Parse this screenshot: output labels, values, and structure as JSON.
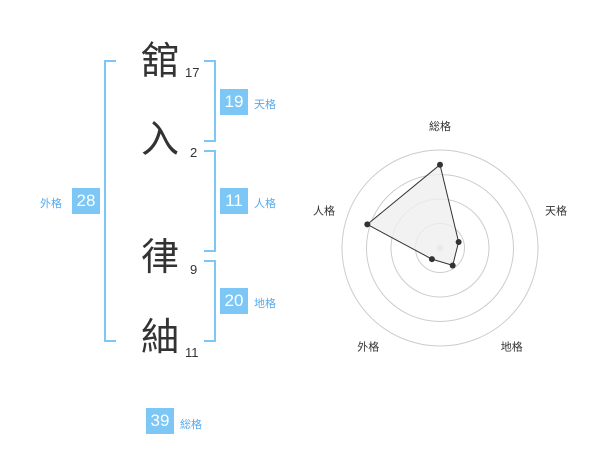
{
  "name": {
    "chars": [
      {
        "char": "舘",
        "strokes": "17"
      },
      {
        "char": "入",
        "strokes": "2"
      },
      {
        "char": "律",
        "strokes": "9"
      },
      {
        "char": "紬",
        "strokes": "11"
      }
    ]
  },
  "fortune": {
    "tenkaku": {
      "value": "19",
      "label": "天格"
    },
    "jinkaku": {
      "value": "11",
      "label": "人格"
    },
    "chikaku": {
      "value": "20",
      "label": "地格"
    },
    "gaikaku": {
      "value": "28",
      "label": "外格"
    },
    "soukaku": {
      "value": "39",
      "label": "総格"
    }
  },
  "radar": {
    "axes": [
      "総格",
      "天格",
      "地格",
      "外格",
      "人格"
    ],
    "values": [
      0.85,
      0.2,
      0.22,
      0.14,
      0.78
    ],
    "line_color": "#333333",
    "fill_color": "#efefef",
    "grid_color": "#cccccc"
  }
}
